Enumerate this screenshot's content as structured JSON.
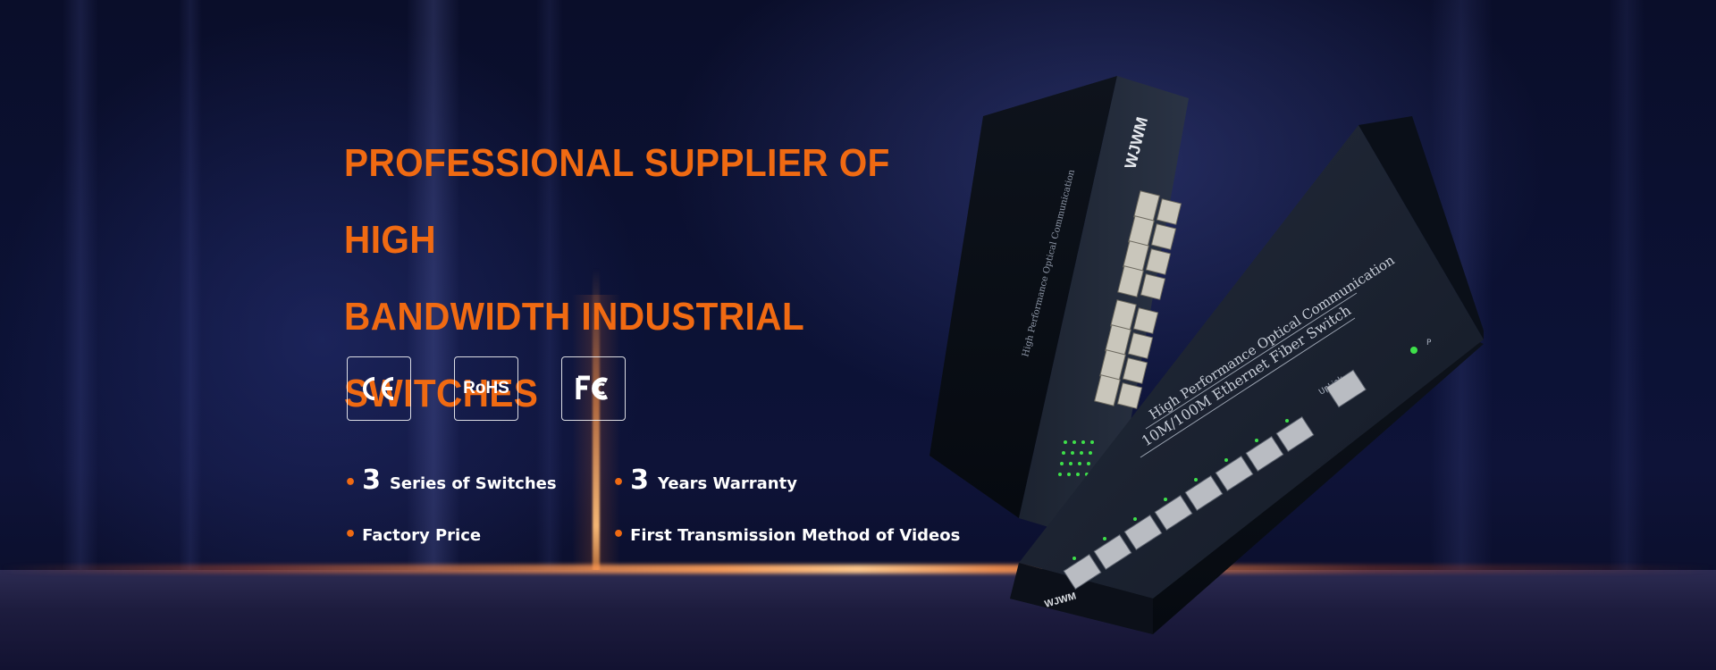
{
  "headline": {
    "line1": "PROFESSIONAL SUPPLIER OF HIGH",
    "line2": "BANDWIDTH INDUSTRIAL SWITCHES"
  },
  "certifications": [
    {
      "label": "CE",
      "icon": "ce-mark-icon"
    },
    {
      "label": "RoHS",
      "icon": "rohs-mark-icon"
    },
    {
      "label": "FC",
      "icon": "fcc-mark-icon"
    }
  ],
  "features": [
    {
      "number": "3",
      "text": "Series of Switches"
    },
    {
      "number": "3",
      "text": "Years Warranty"
    },
    {
      "number": "",
      "text": "Factory Price"
    },
    {
      "number": "",
      "text": "First Transmission Method of Videos"
    }
  ],
  "product": {
    "brand": "WJWM",
    "tagline": "High Performance Optical Communication",
    "model": "10M/100M Ethernet Fiber Switch",
    "uplink_label": "UpLink",
    "power_label": "P"
  },
  "colors": {
    "accent": "#f06a12",
    "background": "#0b0f2c",
    "led": "#3ee04a"
  }
}
